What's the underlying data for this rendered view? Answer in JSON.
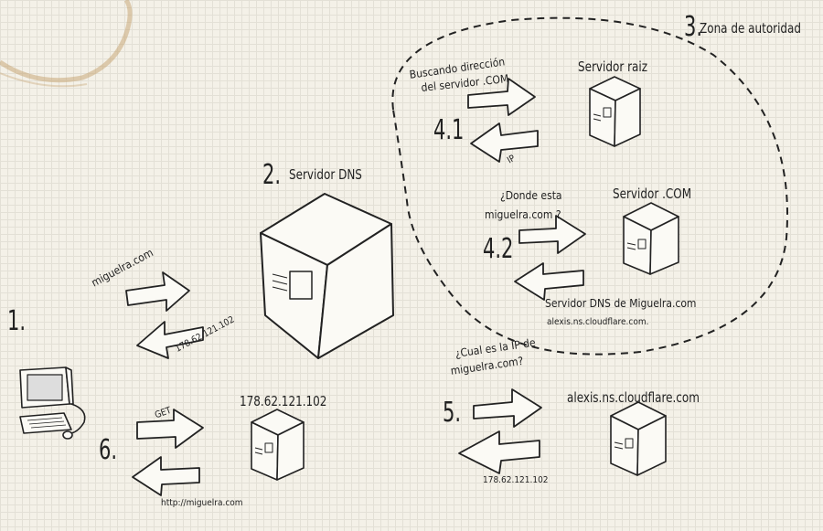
{
  "steps": {
    "s1": "1.",
    "s2": "2.",
    "s3": "3.",
    "s41": "4.1",
    "s42": "4.2",
    "s5": "5.",
    "s6": "6."
  },
  "titles": {
    "dns_server": "Servidor DNS",
    "authority_zone": "Zona de autoridad",
    "root_server": "Servidor raiz",
    "com_server": "Servidor .COM",
    "web_server_ip": "178.62.121.102",
    "cloudflare_ns": "alexis.ns.cloudflare.com"
  },
  "labels": {
    "req_domain": "miguelra.com",
    "resp_ip_1": "178.62.121.102",
    "q_root_line1": "Buscando dirección",
    "q_root_line2": "del servidor .COM",
    "resp_root": "IP",
    "q_com_line1": "¿Donde esta",
    "q_com_line2": "miguelra.com ?",
    "resp_com_line1": "Servidor DNS de Miguelra.com",
    "resp_com_line2": "alexis.ns.cloudflare.com.",
    "q_ns_line1": "¿Cual es la IP de",
    "q_ns_line2": "miguelra.com?",
    "resp_ns": "178.62.121.102",
    "get": "GET",
    "http_resp": "http://miguelra.com"
  },
  "colors": {
    "ink": "#222222",
    "paper": "#f4f1e8",
    "grid": "#e3e0d6",
    "stain": "#c9a878",
    "box": "#fbfaf5"
  }
}
